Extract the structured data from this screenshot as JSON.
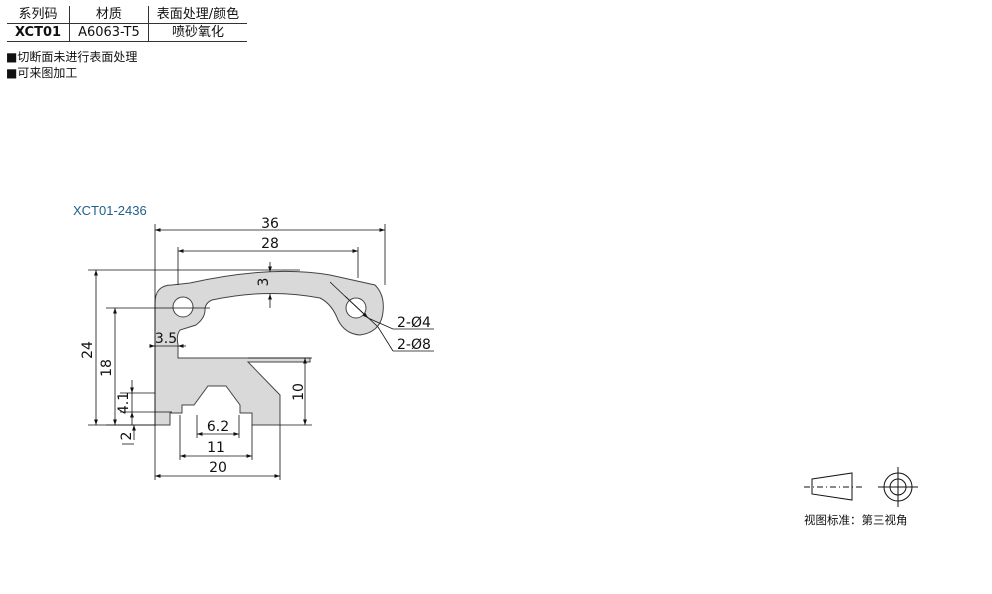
{
  "table": {
    "headers": [
      "系列码",
      "材质",
      "表面处理/颜色"
    ],
    "row": [
      "XCT01",
      "A6063-T5",
      "喷砂氧化"
    ]
  },
  "notes": [
    "■切断面未进行表面处理",
    "■可来图加工"
  ],
  "drawing": {
    "model": "XCT01-2436",
    "dims": {
      "d36": "36",
      "d28": "28",
      "d3": "3",
      "d24": "24",
      "d18": "18",
      "d3_5": "3.5",
      "d10": "10",
      "d4_1": "4.1",
      "d2": "2",
      "d6_2": "6.2",
      "d11": "11",
      "d20": "20",
      "hole_small": "2-Ø4",
      "hole_large": "2-Ø8"
    }
  },
  "projection": {
    "label": "视图标准：第三视角"
  }
}
